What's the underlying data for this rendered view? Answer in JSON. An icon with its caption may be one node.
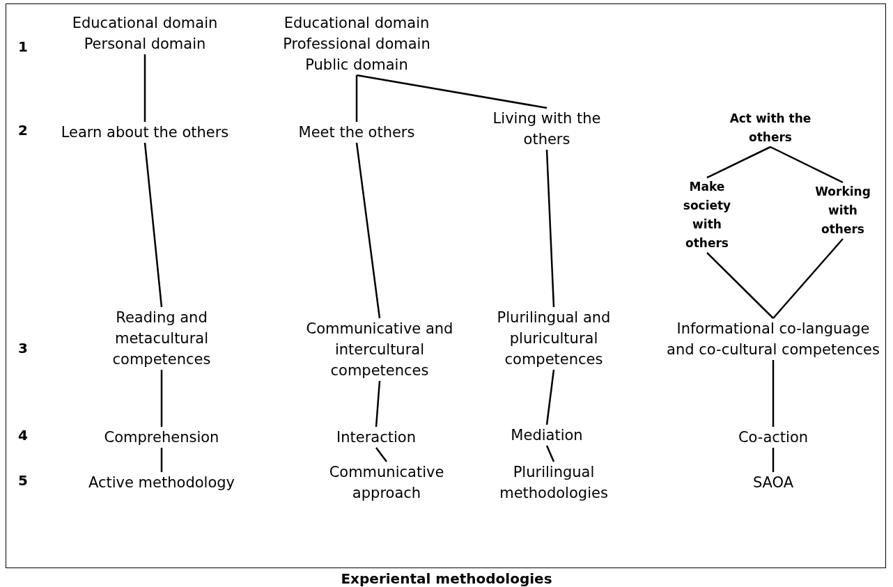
{
  "diagram": {
    "caption": "Experiental methodologies",
    "nodes": [
      {
        "text": [
          "Educational domain",
          "Personal domain"
        ]
      },
      {
        "text": [
          "Educational domain",
          "Professional domain",
          "Public domain"
        ]
      },
      {
        "text": [
          "Learn about the others"
        ]
      },
      {
        "text": [
          "Meet the others"
        ]
      },
      {
        "text": [
          "Living with the others"
        ]
      },
      {
        "text": [
          "Act with the others"
        ]
      },
      {
        "text": [
          "Make society with others"
        ]
      },
      {
        "text": [
          "Working with others"
        ]
      },
      {
        "text": [
          "Reading and metacultural competences"
        ]
      },
      {
        "text": [
          "Communicative and intercultural competences"
        ]
      },
      {
        "text": [
          "Plurilingual and pluricultural competences"
        ]
      },
      {
        "text": [
          "Informational co-language and co-cultural competences"
        ]
      },
      {
        "text": [
          "Comprehension"
        ]
      },
      {
        "text": [
          "Interaction"
        ]
      },
      {
        "text": [
          "Mediation"
        ]
      },
      {
        "text": [
          "Co-action"
        ]
      },
      {
        "text": [
          "Active methodology"
        ]
      },
      {
        "text": [
          "Communicative approach"
        ]
      },
      {
        "text": [
          "Plurilingual methodologies"
        ]
      },
      {
        "text": [
          "SAOA"
        ]
      }
    ],
    "edges": [
      {
        "from": 0,
        "to": 2,
        "arrow": "none"
      },
      {
        "from": 2,
        "to": 8,
        "arrow": "none"
      },
      {
        "from": 1,
        "to": 3,
        "arrow": "none"
      },
      {
        "from": 1,
        "to": 4,
        "arrow": "none"
      },
      {
        "from": 3,
        "to": 9,
        "arrow": "none"
      },
      {
        "from": 4,
        "to": 10,
        "arrow": "none"
      },
      {
        "from": 5,
        "to": 6,
        "arrow": "none"
      },
      {
        "from": 5,
        "to": 7,
        "arrow": "none"
      },
      {
        "from": 6,
        "to": 11,
        "arrow": "none"
      },
      {
        "from": 7,
        "to": 11,
        "arrow": "none"
      },
      {
        "from": 8,
        "to": 12,
        "arrow": "none"
      },
      {
        "from": 9,
        "to": 13,
        "arrow": "none"
      },
      {
        "from": 10,
        "to": 14,
        "arrow": "none"
      },
      {
        "from": 11,
        "to": 15,
        "arrow": "none"
      },
      {
        "from": 12,
        "to": 16,
        "arrow": "none"
      },
      {
        "from": 13,
        "to": 17,
        "arrow": "none"
      },
      {
        "from": 14,
        "to": 18,
        "arrow": "none"
      },
      {
        "from": 15,
        "to": 19,
        "arrow": "none"
      }
    ],
    "labels": [
      "1",
      "2",
      "3",
      "4",
      "5"
    ]
  }
}
